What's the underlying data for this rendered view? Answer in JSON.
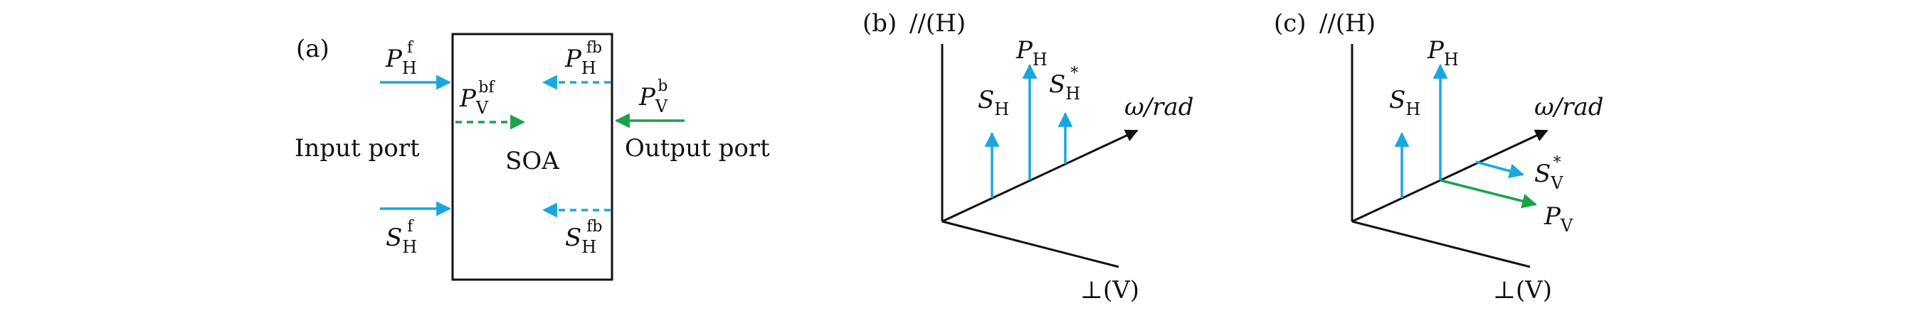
{
  "colors": {
    "cyan": "#1aa7e0",
    "green": "#1aa24a",
    "black": "#111111"
  },
  "panel_a": {
    "label": "(a)",
    "box_label": "SOA",
    "input_port": "Input port",
    "output_port": "Output port",
    "pf_h": {
      "main": "P",
      "sub": "H",
      "sup": "f"
    },
    "pfb_h": {
      "main": "P",
      "sub": "H",
      "sup": "fb"
    },
    "pbf_v": {
      "main": "P",
      "sub": "V",
      "sup": "bf"
    },
    "pb_v": {
      "main": "P",
      "sub": "V",
      "sup": "b"
    },
    "sf_h": {
      "main": "S",
      "sub": "H",
      "sup": "f"
    },
    "sfb_h": {
      "main": "S",
      "sub": "H",
      "sup": "fb"
    }
  },
  "panel_b": {
    "label": "(b)",
    "vertical_axis": "//(H)",
    "horizontal_axis": "⊥(V)",
    "omega_axis": "ω/rad",
    "s_h": {
      "main": "S",
      "sub": "H"
    },
    "p_h": {
      "main": "P",
      "sub": "H"
    },
    "s_h_star": {
      "main": "S",
      "sub": "H",
      "sup": "*"
    }
  },
  "panel_c": {
    "label": "(c)",
    "vertical_axis": "//(H)",
    "horizontal_axis": "⊥(V)",
    "omega_axis": "ω/rad",
    "s_h": {
      "main": "S",
      "sub": "H"
    },
    "p_h": {
      "main": "P",
      "sub": "H"
    },
    "s_v_star": {
      "main": "S",
      "sub": "V",
      "sup": "*"
    },
    "p_v": {
      "main": "P",
      "sub": "V"
    }
  }
}
